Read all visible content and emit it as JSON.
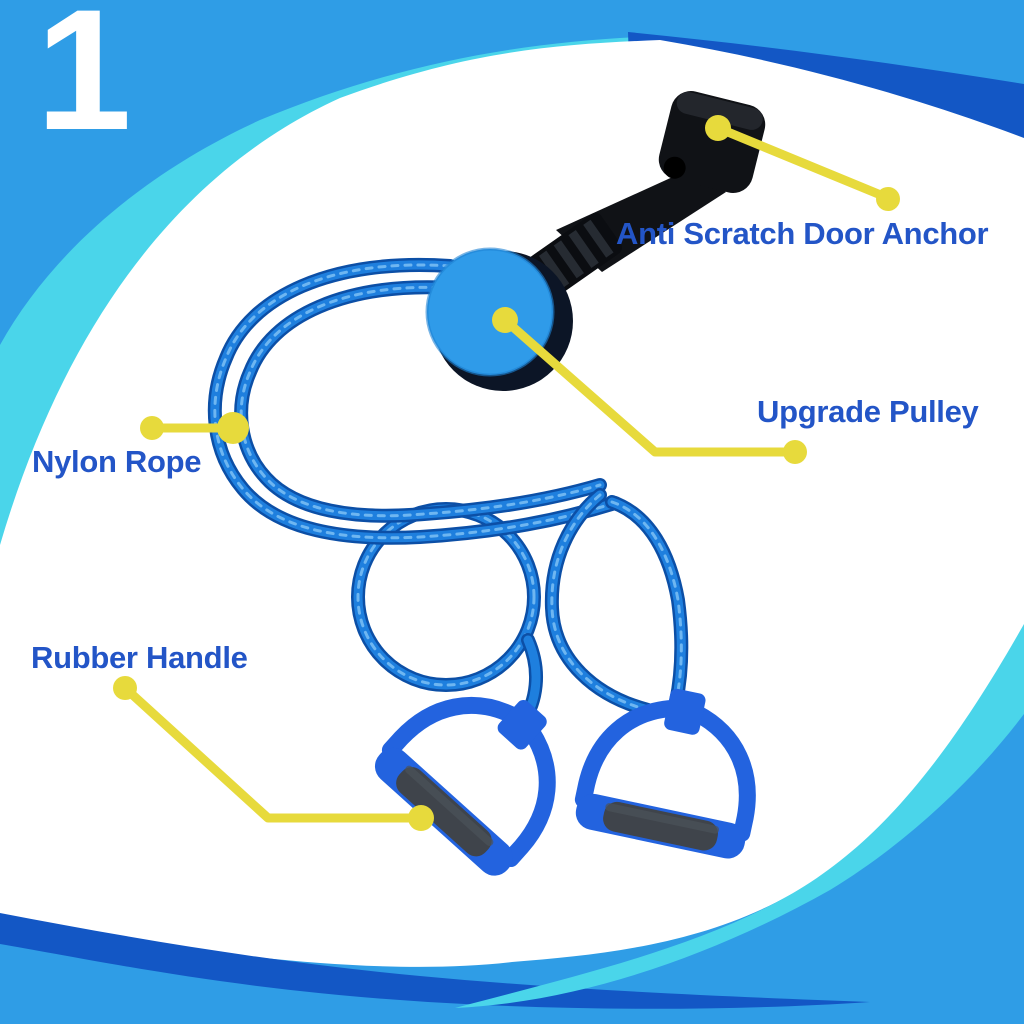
{
  "diagram": {
    "step_number": "1",
    "callouts": {
      "door_anchor": {
        "label": "Anti Scratch Door Anchor"
      },
      "pulley": {
        "label": "Upgrade Pulley"
      },
      "rope": {
        "label": "Nylon Rope"
      },
      "handle": {
        "label": "Rubber Handle"
      }
    },
    "colors": {
      "background_blue": "#2F9DE6",
      "accent_cyan": "#4AD5EA",
      "accent_dark_blue": "#1357C5",
      "panel_white": "#FFFFFF",
      "label_blue": "#2355C7",
      "callout_yellow": "#E7DA3C",
      "rope_blue": "#1E7FDE",
      "rope_edge": "#0C4FA6",
      "rope_highlight": "#7CC0F5",
      "pulley_blue": "#2F9BE9",
      "handle_blue": "#2363DF",
      "grip_gray": "#3F444B",
      "hardware_black": "#101216"
    }
  }
}
